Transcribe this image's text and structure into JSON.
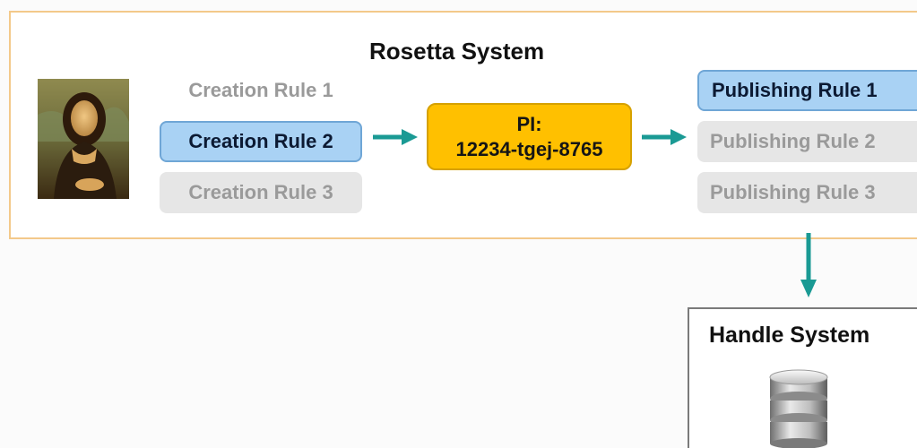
{
  "rosetta": {
    "title": "Rosetta System"
  },
  "creation_rules": [
    {
      "label": "Creation Rule 1",
      "state": "inactive"
    },
    {
      "label": "Creation Rule 2",
      "state": "active"
    },
    {
      "label": "Creation Rule 3",
      "state": "inactive"
    }
  ],
  "pi": {
    "line1": "PI:",
    "line2": "12234-tgej-8765"
  },
  "publishing_rules": [
    {
      "label": "Publishing Rule 1",
      "state": "active"
    },
    {
      "label": "Publishing Rule 2",
      "state": "inactive"
    },
    {
      "label": "Publishing Rule 3",
      "state": "inactive"
    }
  ],
  "handle": {
    "title": "Handle System"
  },
  "icons": {
    "portrait": "mona-lisa-image",
    "database": "database-icon",
    "arrow": "arrow-icon"
  },
  "colors": {
    "active_rule": "#a9d2f4",
    "inactive_rule": "#e6e6e6",
    "pi_box": "#ffc000",
    "arrow": "#1a9a94",
    "rosetta_border": "#f3c98a"
  }
}
